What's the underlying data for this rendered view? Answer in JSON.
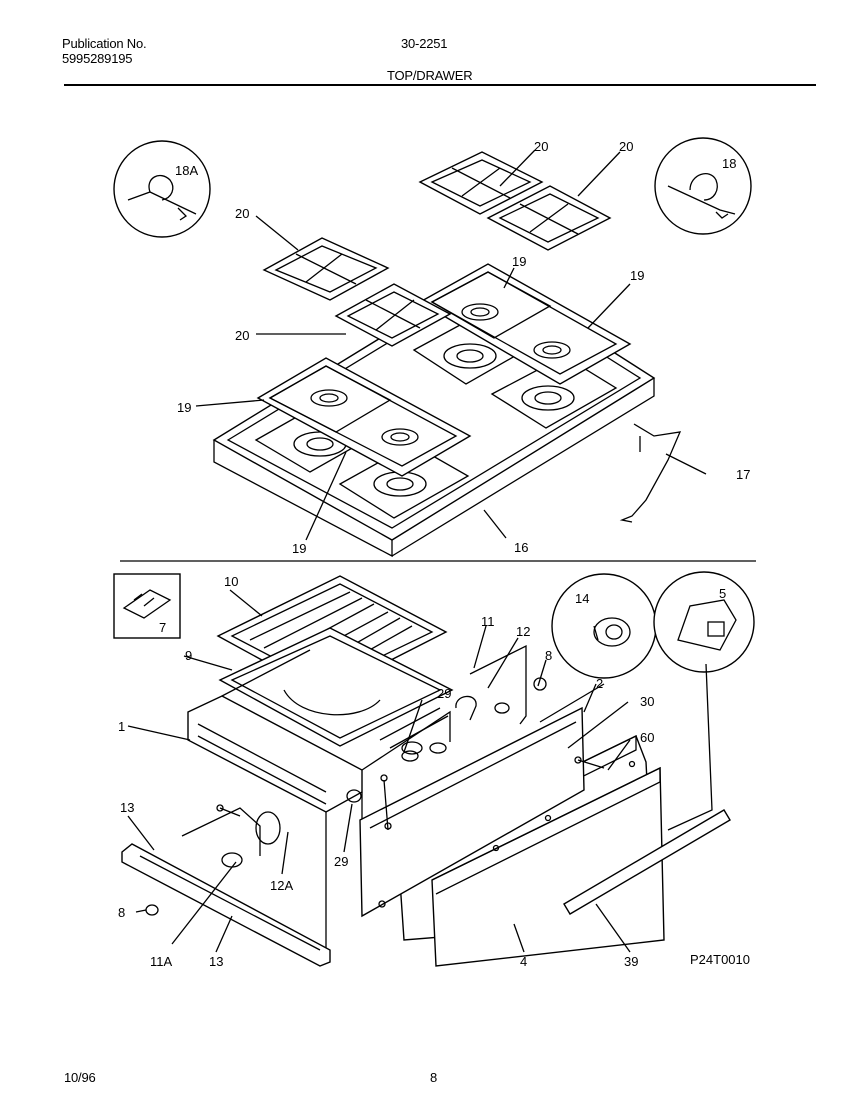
{
  "header": {
    "publication_label": "Publication No.",
    "publication_number": "5995289195",
    "model_code": "30-2251",
    "section_title": "TOP/DRAWER"
  },
  "footer": {
    "date": "10/96",
    "page_number": "8"
  },
  "figure_code": "P24T0010",
  "callouts": {
    "c18A": "18A",
    "c20a": "20",
    "c20b": "20",
    "c20c": "20",
    "c20d": "20",
    "c18": "18",
    "c19a": "19",
    "c19b": "19",
    "c19c": "19",
    "c19d": "19",
    "c17": "17",
    "c16": "16",
    "c7": "7",
    "c10": "10",
    "c9": "9",
    "c11": "11",
    "c12": "12",
    "c14": "14",
    "c5": "5",
    "c8a": "8",
    "c2": "2",
    "c30": "30",
    "c60": "60",
    "c1": "1",
    "c29a": "29",
    "c13a": "13",
    "c12A": "12A",
    "c29b": "29",
    "c8b": "8",
    "c11A": "11A",
    "c13b": "13",
    "c4": "4",
    "c39": "39"
  }
}
